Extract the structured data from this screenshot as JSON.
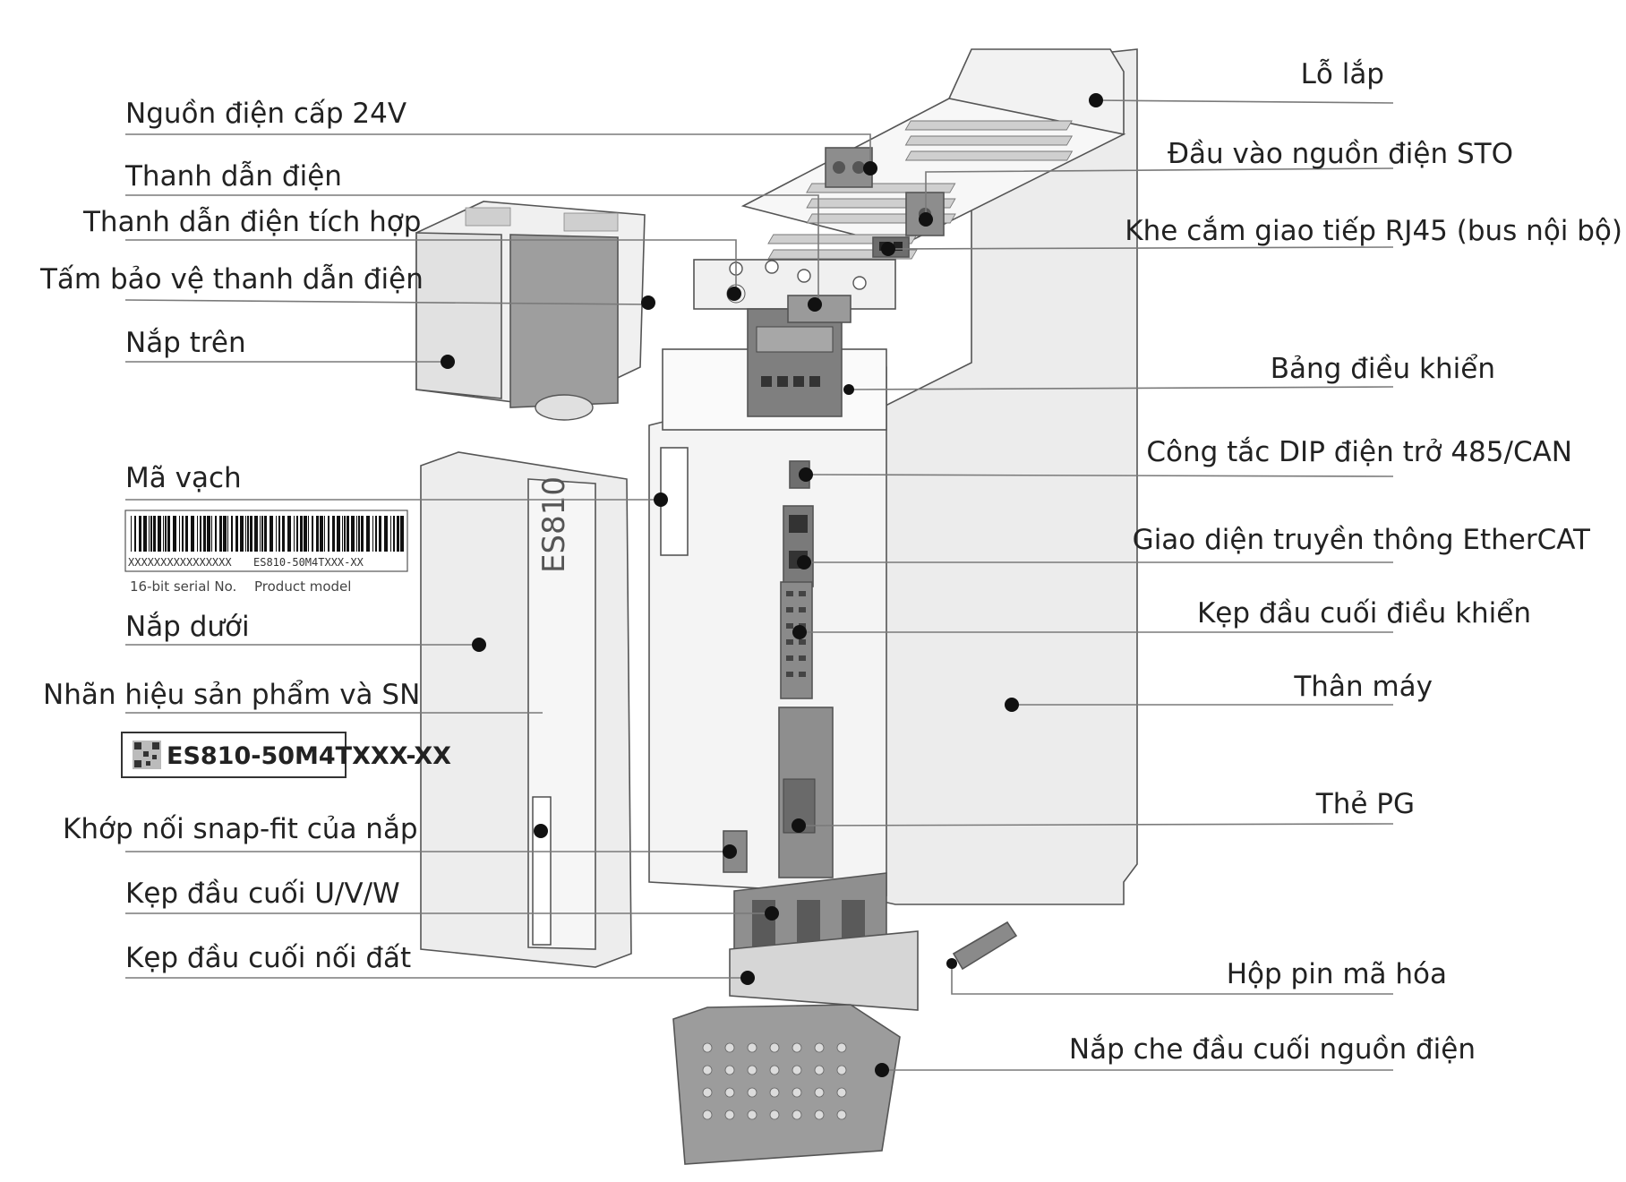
{
  "labels_left": [
    {
      "id": "power-24v",
      "text": "Nguồn điện cấp 24V"
    },
    {
      "id": "busbar",
      "text": "Thanh dẫn điện"
    },
    {
      "id": "integrated-busbar",
      "text": "Thanh dẫn điện tích hợp"
    },
    {
      "id": "busbar-guard",
      "text": "Tấm bảo vệ thanh dẫn điện"
    },
    {
      "id": "top-cover",
      "text": "Nắp trên"
    },
    {
      "id": "barcode",
      "text": "Mã vạch"
    },
    {
      "id": "bottom-cover",
      "text": "Nắp dưới"
    },
    {
      "id": "product-label-sn",
      "text": "Nhãn hiệu sản phẩm và SN"
    },
    {
      "id": "snap-fit",
      "text": "Khớp nối snap-fit của nắp"
    },
    {
      "id": "uvw-terminal",
      "text": "Kẹp đầu cuối U/V/W"
    },
    {
      "id": "ground-terminal",
      "text": "Kẹp đầu cuối nối đất"
    }
  ],
  "labels_right": [
    {
      "id": "mount-hole",
      "text": "Lỗ lắp"
    },
    {
      "id": "sto-input",
      "text": "Đầu vào nguồn điện STO"
    },
    {
      "id": "rj45-slot",
      "text": "Khe cắm giao tiếp RJ45 (bus nội bộ)"
    },
    {
      "id": "control-panel",
      "text": "Bảng điều khiển"
    },
    {
      "id": "dip-switch",
      "text": "Công tắc DIP điện trở 485/CAN"
    },
    {
      "id": "ethercat",
      "text": "Giao diện truyền thông EtherCAT"
    },
    {
      "id": "control-terminal",
      "text": "Kẹp đầu cuối điều khiển"
    },
    {
      "id": "body",
      "text": "Thân máy"
    },
    {
      "id": "pg-card",
      "text": "Thẻ PG"
    },
    {
      "id": "encoder-battery",
      "text": "Hộp pin mã hóa"
    },
    {
      "id": "terminal-cover",
      "text": "Nắp che đầu cuối nguồn điện"
    }
  ],
  "barcode": {
    "serial_placeholder": "XXXXXXXXXXXXXXXX",
    "model_text": "ES810-50M4TXXX-XX",
    "caption_serial": "16-bit serial No.",
    "caption_model": "Product model"
  },
  "product_label": {
    "text": "ES810-50M4TXXX-XX"
  },
  "device": {
    "logo": "ES810"
  },
  "colors": {
    "text": "#222222",
    "leader": "#7a7a7a",
    "outline": "#555555",
    "panel_gray": "#9a9a9a",
    "light_gray": "#e6e6e6"
  }
}
